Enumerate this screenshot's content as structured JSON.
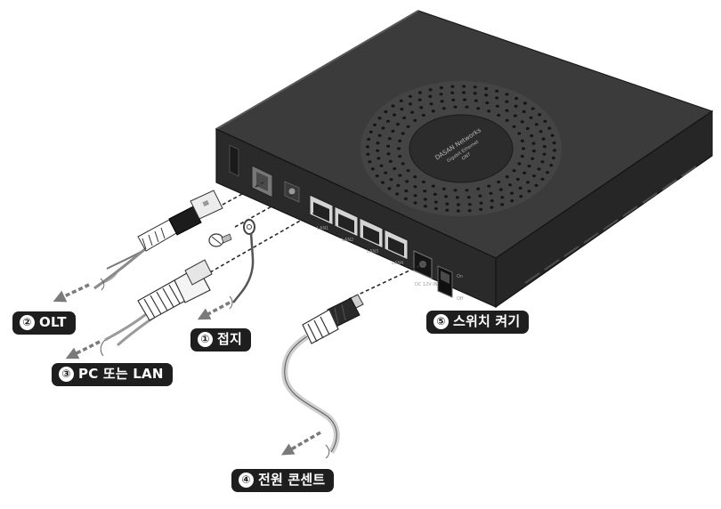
{
  "device": {
    "brand": "DASAN Networks",
    "model_lines": [
      "Gigabit Ethernet",
      "ONT"
    ],
    "ports": [
      "LAN1",
      "LAN2",
      "LAN3",
      "LAN4"
    ],
    "power_port_label": "DC 12V IN",
    "switch_on_label": "On",
    "switch_off_label": "Off"
  },
  "callouts": [
    {
      "id": "olt",
      "number": "②",
      "text": "OLT"
    },
    {
      "id": "ground",
      "number": "①",
      "text": "접지"
    },
    {
      "id": "pc-lan",
      "number": "③",
      "text": "PC 또는 LAN"
    },
    {
      "id": "power-outlet",
      "number": "④",
      "text": "전원 콘센트"
    },
    {
      "id": "switch-on",
      "number": "⑤",
      "text": "스위치 켜기"
    }
  ]
}
